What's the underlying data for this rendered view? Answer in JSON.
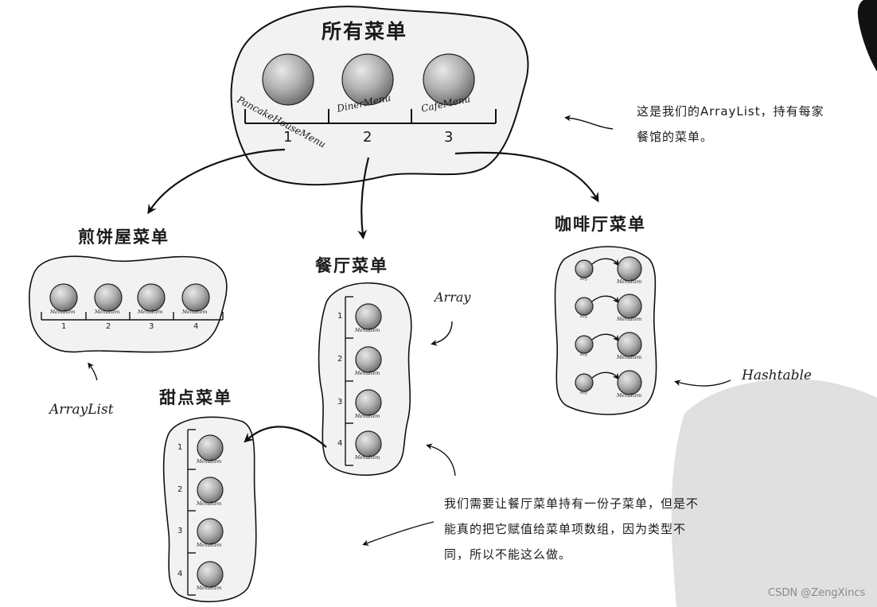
{
  "all_menus": {
    "title": "所有菜单",
    "menus": [
      {
        "name": "PancakeHouseMenu",
        "index": "1"
      },
      {
        "name": "DinerMenu",
        "index": "2"
      },
      {
        "name": "CafeMenu",
        "index": "3"
      }
    ]
  },
  "notes": {
    "arraylist_top": [
      "这是我们的ArrayList，持有每家",
      "餐馆的菜单。"
    ],
    "arraylist": "ArrayList",
    "array": "Array",
    "hashtable": "Hashtable",
    "dessert_note": [
      "我们需要让餐厅菜单持有一份子菜单，但是不",
      "能真的把它赋值给菜单项数组，因为类型不",
      "同，所以不能这么做。"
    ]
  },
  "pancake_menu": {
    "title": "煎饼屋菜单",
    "item_label": "MenuItem",
    "indices": [
      "1",
      "2",
      "3",
      "4"
    ]
  },
  "diner_menu": {
    "title": "餐厅菜单",
    "item_label": "MenuItem",
    "indices": [
      "1",
      "2",
      "3",
      "4"
    ]
  },
  "cafe_menu": {
    "title": "咖啡厅菜单",
    "key_label": "key",
    "item_label": "MenuItem",
    "rows": 4
  },
  "dessert_menu": {
    "title": "甜点菜单",
    "item_label": "MenuItem",
    "indices": [
      "1",
      "2",
      "3",
      "4"
    ]
  },
  "watermark": "CSDN @ZengXincs",
  "colors": {
    "blob_fill": "#f2f2f2",
    "blob_stroke": "#111111",
    "ball": "#a8a8a8",
    "ink": "#111111",
    "bg_decor": "#dedede"
  }
}
